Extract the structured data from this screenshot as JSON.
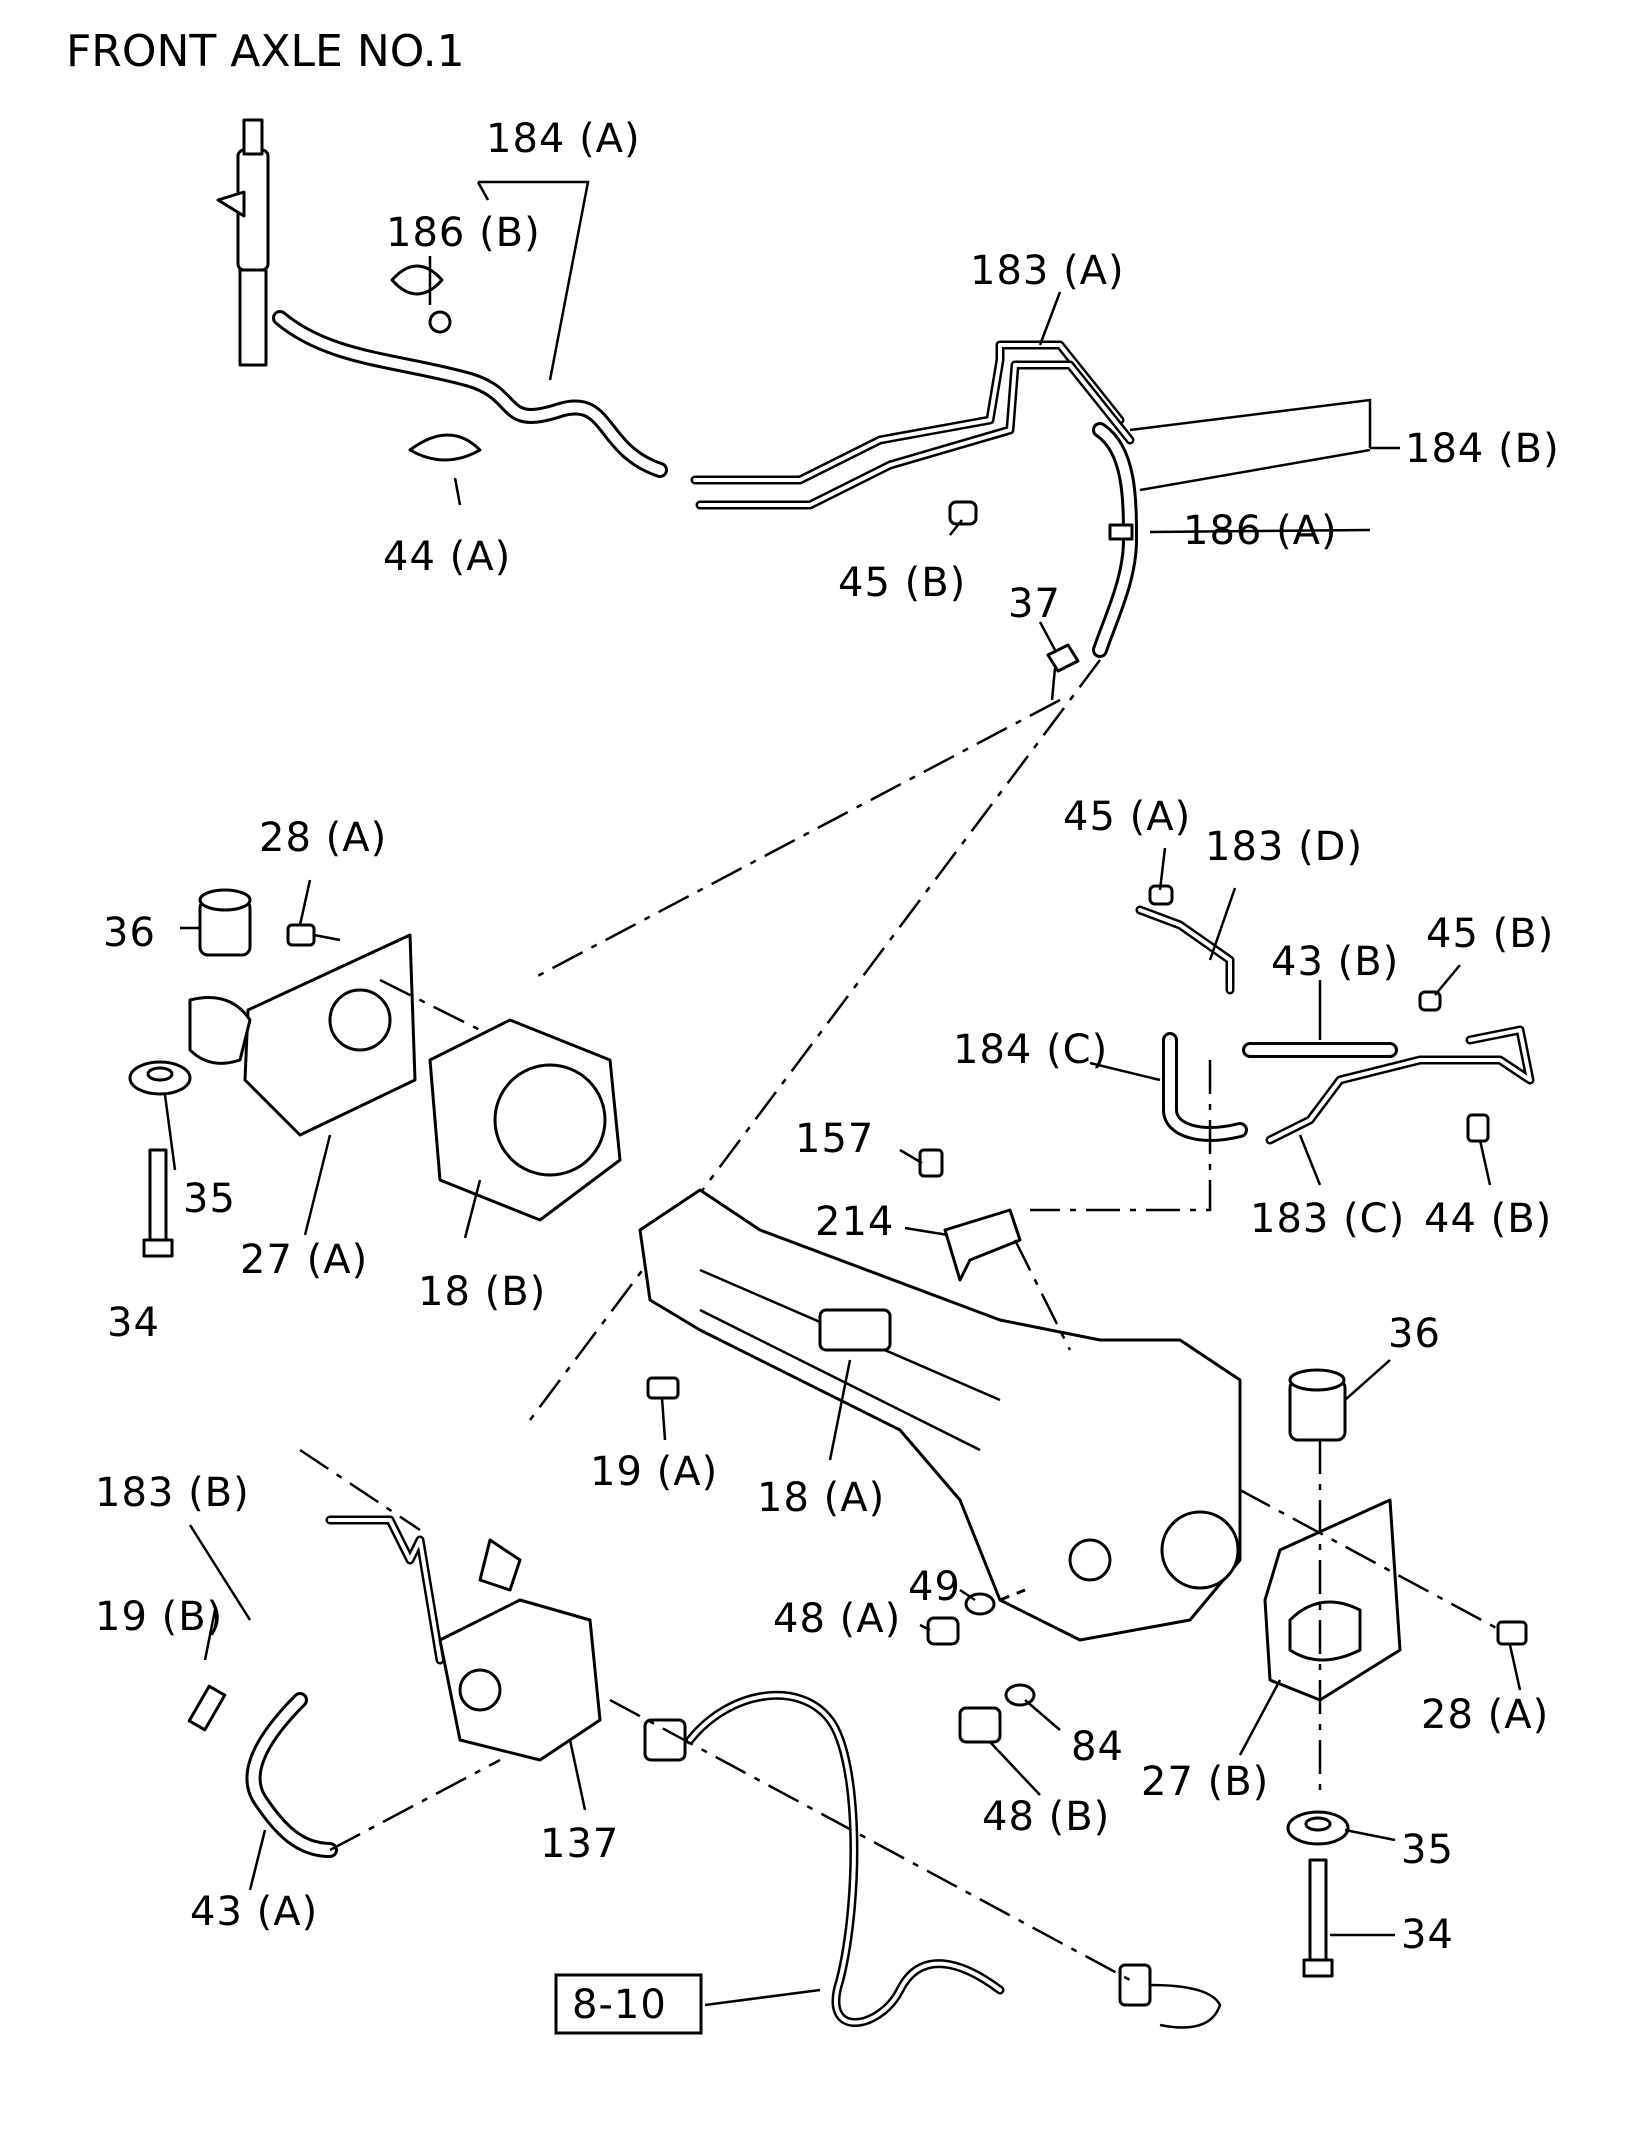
{
  "title": "FRONT AXLE NO.1",
  "reference_box": "8-10",
  "callouts": {
    "c184A": "184 (A)",
    "c186B": "186 (B)",
    "c183A": "183 (A)",
    "c184B": "184 (B)",
    "c186A": "186 (A)",
    "c44A": "44 (A)",
    "c45B_top": "45 (B)",
    "c37": "37",
    "c28A_left": "28 (A)",
    "c36_left": "36",
    "c35_left": "35",
    "c34_left": "34",
    "c27A": "27 (A)",
    "c18B": "18 (B)",
    "c45A": "45 (A)",
    "c183D": "183 (D)",
    "c43B": "43 (B)",
    "c45B_right": "45 (B)",
    "c184C": "184 (C)",
    "c157": "157",
    "c214": "214",
    "c183C": "183 (C)",
    "c44B": "44 (B)",
    "c36_right": "36",
    "c19A": "19 (A)",
    "c18A": "18 (A)",
    "c183B": "183 (B)",
    "c19B": "19 (B)",
    "c49": "49",
    "c48A": "48 (A)",
    "c84": "84",
    "c48B": "48 (B)",
    "c28A_right": "28 (A)",
    "c27B": "27 (B)",
    "c35_right": "35",
    "c34_right": "34",
    "c137": "137",
    "c43A": "43 (A)"
  }
}
